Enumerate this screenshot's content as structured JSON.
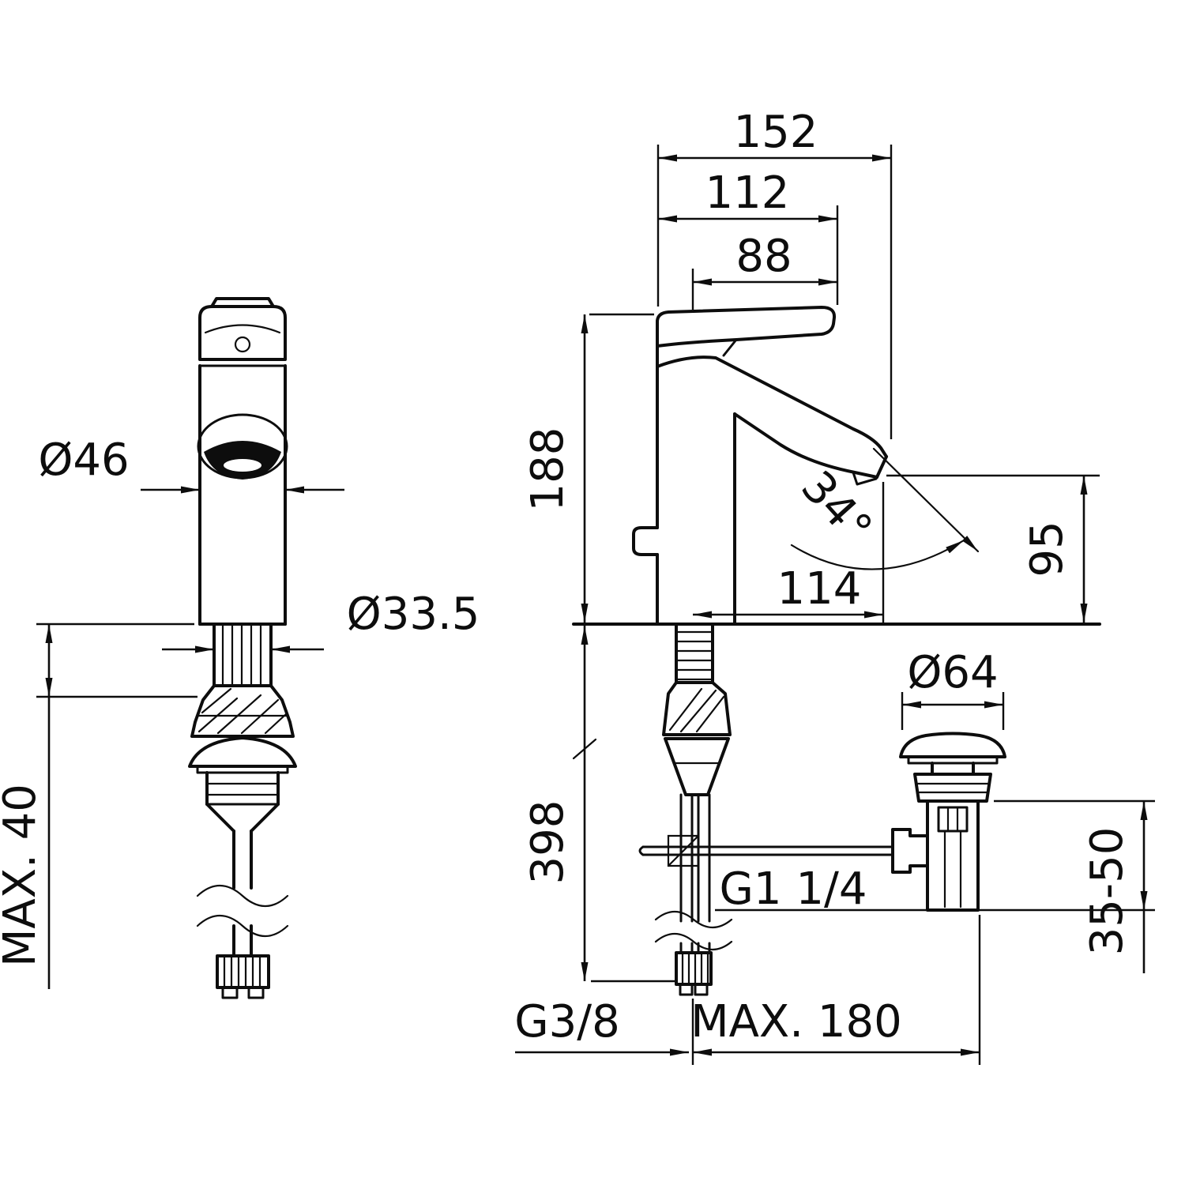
{
  "colors": {
    "line": "#0d0d0d",
    "background": "#ffffff"
  },
  "labels": {
    "total_depth": "152",
    "upper_depth": "112",
    "lever_depth": "88",
    "height_above": "188",
    "spout_angle": "34°",
    "outlet_height": "95",
    "spout_reach": "114",
    "height_below": "398",
    "handle_diameter": "Ø46",
    "shank_diameter": "Ø33.5",
    "max_deck": "MAX. 40",
    "drain_cap_diameter": "Ø64",
    "drain_range": "35-50",
    "drain_thread": "G1 1/4",
    "supply_thread": "G3/8",
    "max_offset": "MAX. 180"
  }
}
